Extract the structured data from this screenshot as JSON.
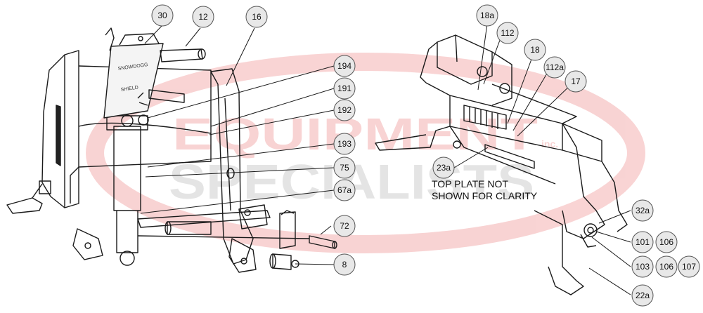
{
  "watermark": {
    "line1": "EQUIPMENT",
    "line2": "SPECIALISTS",
    "trademark": "inc.",
    "color1": "#e23b3b",
    "color2": "#8a8a8a"
  },
  "note": {
    "line1": "TOP PLATE NOT",
    "line2": "SHOWN FOR CLARITY"
  },
  "decal": {
    "line1": "SNOWDOGG",
    "line2": "SHIELD"
  },
  "callouts": {
    "c30": "30",
    "c12": "12",
    "c16": "16",
    "c194": "194",
    "c191": "191",
    "c192": "192",
    "c193": "193",
    "c75": "75",
    "c67a": "67a",
    "c72": "72",
    "c8": "8",
    "c18a": "18a",
    "c112": "112",
    "c18": "18",
    "c112a": "112a",
    "c17": "17",
    "c23a": "23a",
    "c32a": "32a",
    "c101": "101",
    "c106a": "106",
    "c103": "103",
    "c106b": "106",
    "c107": "107",
    "c22a": "22a"
  },
  "colors": {
    "line": "#1a1a1a",
    "bubble_fill": "#e8e8e8",
    "bubble_stroke": "#555555"
  }
}
